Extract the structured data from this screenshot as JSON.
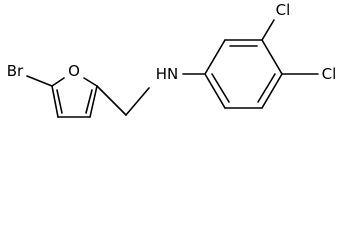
{
  "molecule": {
    "atoms": {
      "bromine": "Br",
      "oxygen": "O",
      "amine": "HN",
      "chlorine_top": "Cl",
      "chlorine_right": "Cl"
    },
    "bond_color": "#000000",
    "label_color": "#000000"
  }
}
